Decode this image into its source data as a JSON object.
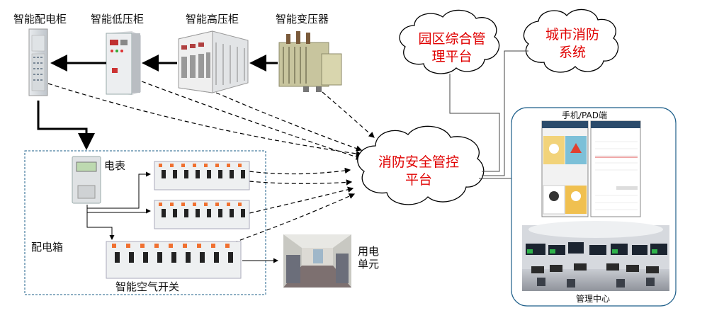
{
  "equipment": {
    "smart_distribution_cabinet": "智能配电柜",
    "smart_low_voltage_cabinet": "智能低压柜",
    "smart_high_voltage_cabinet": "智能高压柜",
    "smart_transformer": "智能变压器"
  },
  "clouds": {
    "park_platform": "园区综合管理平台",
    "city_fire_system": "城市消防系统",
    "fire_safety_platform": "消防安全管控平台"
  },
  "distribution_box": {
    "label": "配电箱",
    "meter_label": "电表",
    "air_switch_label": "智能空气开关"
  },
  "power_unit_label": "用电单元",
  "right_panel": {
    "mobile_label": "手机/PAD端",
    "center_label": "管理中心"
  }
}
